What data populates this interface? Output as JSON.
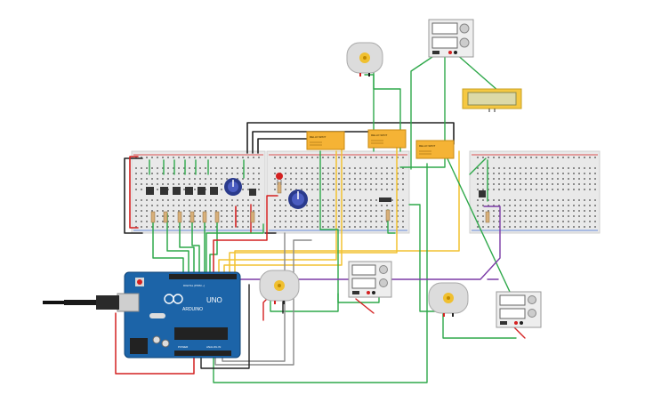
{
  "arduino": {
    "brand": "ARDUINO",
    "model": "UNO",
    "digital_label": "DIGITAL (PWM ~)",
    "power_label": "POWER",
    "analog_label": "ANALOG IN"
  },
  "relays": [
    {
      "label": "RELAY-SPDT"
    },
    {
      "label": "RELAY-SPDT"
    },
    {
      "label": "RELAY-SPDT"
    }
  ],
  "colors": {
    "board": "#1c64a8",
    "breadboard": "#e9e9e9",
    "relay": "#f5b335",
    "wire_red": "#d42020",
    "wire_black": "#222222",
    "wire_green": "#2ea84a",
    "wire_yellow": "#f2c230",
    "wire_purple": "#7b3aa6",
    "wire_gray": "#8a8a8a",
    "lcd": "#f5c842",
    "motor_shaft": "#f0c030"
  },
  "icons": {
    "usb": "usb-plug-icon",
    "motor": "dc-motor-icon",
    "potentiometer": "potentiometer-icon",
    "led": "led-icon",
    "button": "pushbutton-icon"
  }
}
